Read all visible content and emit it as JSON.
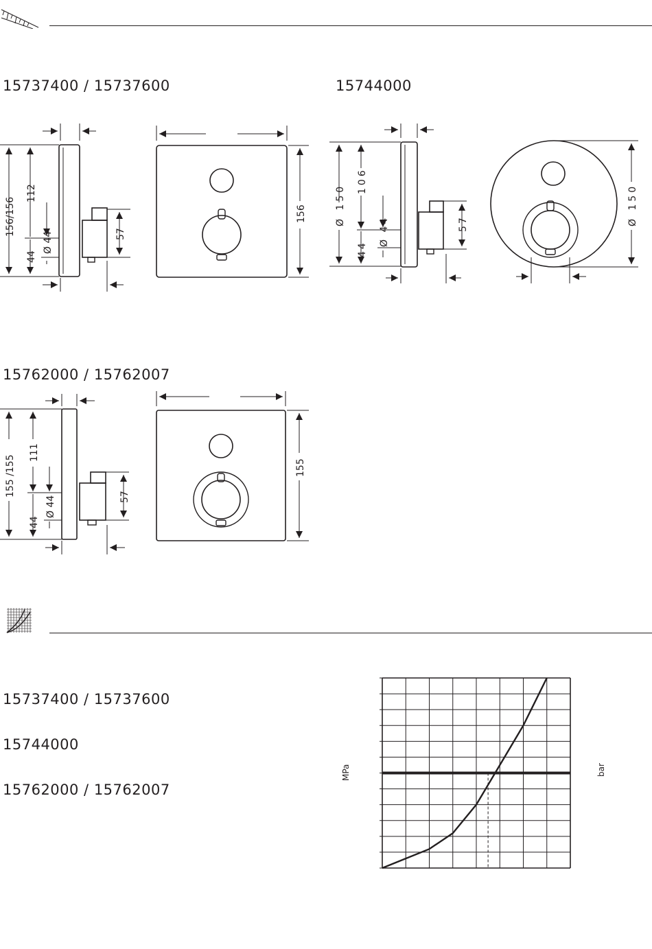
{
  "sections": {
    "dimensions_icon": "ruler-icon",
    "flow_icon": "flow-graph-icon"
  },
  "dimensions": {
    "model_a": {
      "label": "15737400 / 15737600",
      "side_labels": [
        "156/156",
        "112",
        "Ø 44",
        "44",
        "57"
      ],
      "front_labels": [
        "156"
      ]
    },
    "model_b": {
      "label": "15744000",
      "side_labels": [
        "Ø 150",
        "106",
        "Ø 44",
        "44",
        "57"
      ],
      "front_labels": [
        "Ø 150"
      ]
    },
    "model_c": {
      "label": "15762000 / 15762007",
      "side_labels": [
        "155 /155",
        "111",
        "Ø 44",
        "44",
        "57"
      ],
      "front_labels": [
        "155"
      ]
    }
  },
  "flow": {
    "items": [
      "15737400 / 15737600",
      "15744000",
      "15762000 / 15762007"
    ],
    "chart_data": {
      "type": "line",
      "title": "",
      "xlabel": "",
      "ylabel": "MPa",
      "ylabel_right": "bar",
      "grid": true,
      "series": [
        {
          "values": [
            [
              0,
              0
            ],
            [
              1,
              0.6
            ],
            [
              2,
              1.2
            ],
            [
              3,
              2.2
            ],
            [
              4,
              4.0
            ],
            [
              5,
              6.5
            ],
            [
              6,
              9.0
            ],
            [
              7,
              12.0
            ]
          ]
        }
      ],
      "reference_line": {
        "y": 6.0,
        "x_intersect": 4.5
      }
    }
  }
}
